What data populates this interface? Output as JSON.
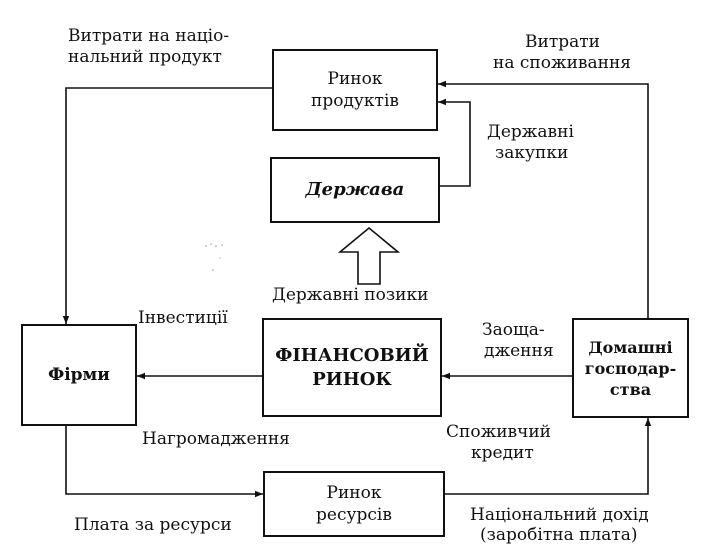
{
  "boxes": {
    "product_market": {
      "line1": "Ринок",
      "line2": "продуктів"
    },
    "state": {
      "label": "Держава"
    },
    "firms": {
      "label": "Фірми"
    },
    "financial_market": {
      "line1": "ФІНАНСОВИЙ",
      "line2": "РИНОК"
    },
    "households": {
      "line1": "Домашні",
      "line2": "господар-",
      "line3": "ства"
    },
    "resource_market": {
      "line1": "Ринок",
      "line2": "ресурсів"
    }
  },
  "labels": {
    "national_product_1": "Витрати на націо-",
    "national_product_2": "нальний продукт",
    "consumption_1": "Витрати",
    "consumption_2": "на споживання",
    "gov_purchases_1": "Державні",
    "gov_purchases_2": "закупки",
    "gov_loans": "Державні позики",
    "investments": "Інвестиції",
    "savings_1": "Заоща-",
    "savings_2": "дження",
    "accumulation": "Нагромадження",
    "consumer_credit_1": "Споживчий",
    "consumer_credit_2": "кредит",
    "resource_payment": "Плата за ресурси",
    "national_income_1": "Національний дохід",
    "national_income_2": "(заробітна плата)"
  }
}
